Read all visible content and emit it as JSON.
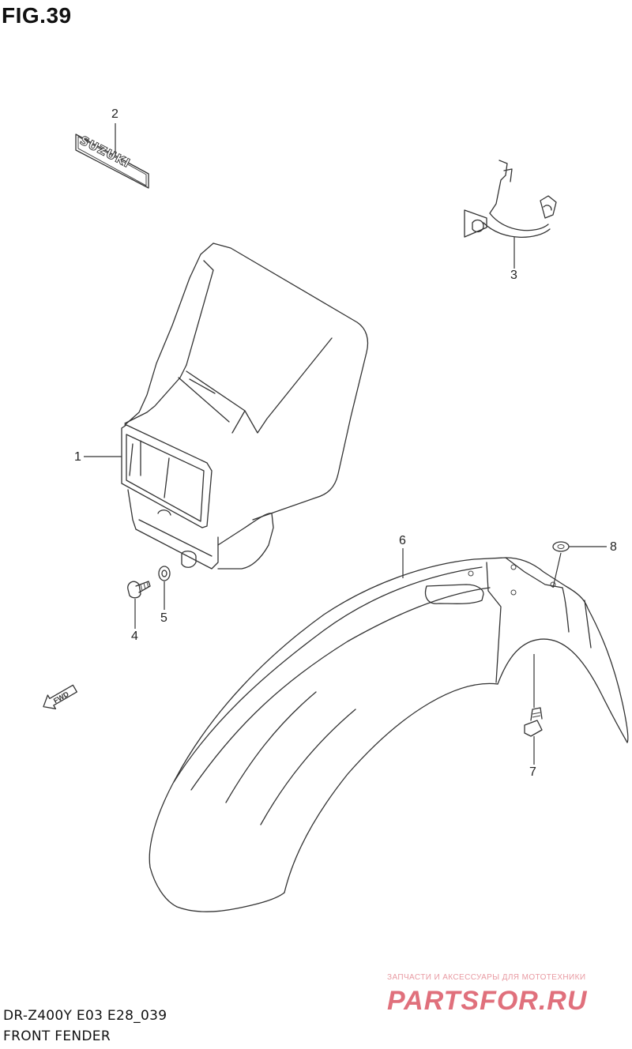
{
  "figure": {
    "title": "FIG.39"
  },
  "callouts": [
    {
      "id": "1",
      "label": "1",
      "part": "headlight-housing"
    },
    {
      "id": "2",
      "label": "2",
      "part": "emblem"
    },
    {
      "id": "3",
      "label": "3",
      "part": "clamp"
    },
    {
      "id": "4",
      "label": "4",
      "part": "bolt"
    },
    {
      "id": "5",
      "label": "5",
      "part": "washer"
    },
    {
      "id": "6",
      "label": "6",
      "part": "front-fender"
    },
    {
      "id": "7",
      "label": "7",
      "part": "fender-bolt"
    },
    {
      "id": "8",
      "label": "8",
      "part": "fender-washer"
    }
  ],
  "emblem_text": "SUZUKI",
  "direction_badge": "FWD",
  "footer": {
    "model_code": "DR-Z400Y E03 E28_039",
    "section": "FRONT FENDER"
  },
  "watermark": {
    "tagline": "ЗАПЧАСТИ И АКСЕССУАРЫ ДЛЯ МОТОТЕХНИКИ",
    "brand": "PARTSFOR.RU",
    "color": "#e0707c"
  }
}
